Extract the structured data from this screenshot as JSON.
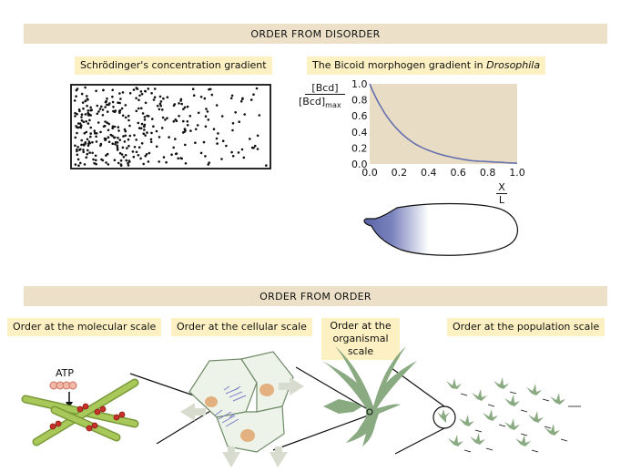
{
  "top_banner": "ORDER FROM DISORDER",
  "bottom_banner": "ORDER FROM ORDER",
  "left_panel_title": "Schrödinger's concentration gradient",
  "right_panel_title_prefix": "The Bicoid morphogen gradient in ",
  "right_panel_title_italic": "Drosophila",
  "y_axis_label_top": "[Bcd]",
  "y_axis_label_bottom": "[Bcd]",
  "y_axis_label_sub": "max",
  "x_axis_label_top": "X",
  "x_axis_label_bottom": "L",
  "atp_label": "ATP",
  "scale_labels": {
    "molecular": "Order at the molecular scale",
    "cellular": "Order at the cellular scale",
    "organismal_line1": "Order at the",
    "organismal_line2": "organismal scale",
    "population": "Order at the population scale"
  },
  "colors": {
    "banner": "#ece0c8",
    "label": "#fdf0c2",
    "plot_bg": "#e8dcc4",
    "curve": "#6670b0",
    "green": "#8aaa82"
  },
  "chart_data": {
    "type": "line",
    "x": [
      0.0,
      0.1,
      0.2,
      0.3,
      0.4,
      0.5,
      0.6,
      0.7,
      0.8,
      0.9,
      1.0
    ],
    "values": [
      1.0,
      0.64,
      0.41,
      0.26,
      0.17,
      0.11,
      0.07,
      0.04,
      0.03,
      0.02,
      0.01
    ],
    "xlim": [
      0,
      1
    ],
    "ylim": [
      0,
      1
    ],
    "x_ticks": [
      "0.0",
      "0.2",
      "0.4",
      "0.6",
      "0.8",
      "1.0"
    ],
    "y_ticks": [
      "0.0",
      "0.2",
      "0.4",
      "0.6",
      "0.8",
      "1.0"
    ]
  }
}
